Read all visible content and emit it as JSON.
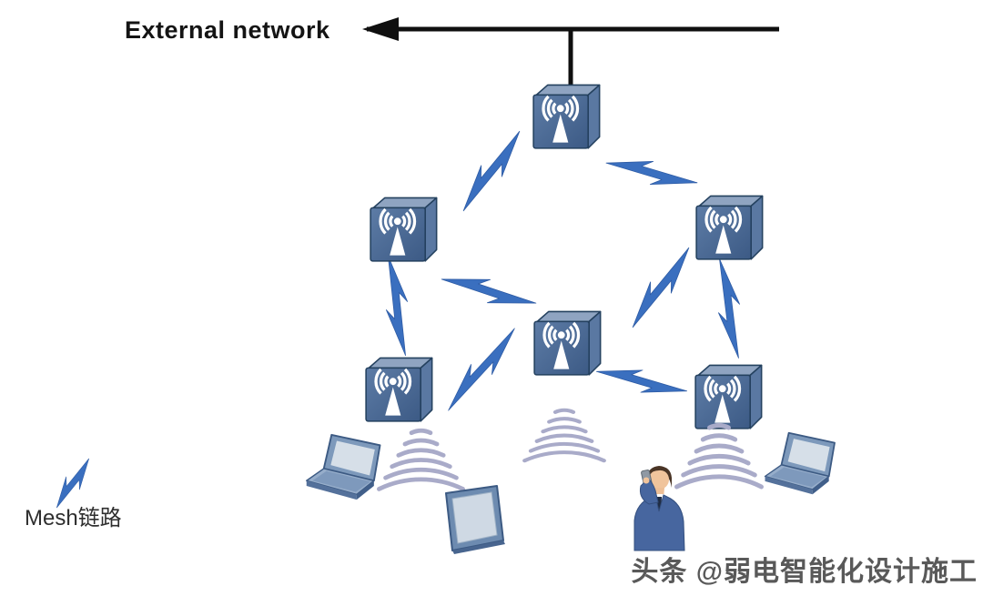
{
  "labels": {
    "external_network": "External network",
    "mesh_link_legend": "Mesh链路",
    "watermark": "头条 @弱电智能化设计施工"
  },
  "diagram": {
    "type": "wireless-mesh-network-topology",
    "nodes": [
      {
        "id": "ap-top",
        "kind": "wireless-access-point",
        "uplink": "external-network"
      },
      {
        "id": "ap-mid-left",
        "kind": "wireless-access-point"
      },
      {
        "id": "ap-mid-right",
        "kind": "wireless-access-point"
      },
      {
        "id": "ap-center",
        "kind": "wireless-access-point"
      },
      {
        "id": "ap-bottom-left",
        "kind": "wireless-access-point"
      },
      {
        "id": "ap-bottom-right",
        "kind": "wireless-access-point"
      }
    ],
    "mesh_links": [
      [
        "ap-top",
        "ap-mid-left"
      ],
      [
        "ap-top",
        "ap-mid-right"
      ],
      [
        "ap-mid-left",
        "ap-center"
      ],
      [
        "ap-mid-left",
        "ap-bottom-left"
      ],
      [
        "ap-mid-right",
        "ap-center"
      ],
      [
        "ap-mid-right",
        "ap-bottom-right"
      ],
      [
        "ap-center",
        "ap-bottom-left"
      ],
      [
        "ap-center",
        "ap-bottom-right"
      ]
    ],
    "coverage_fans": 3,
    "client_devices": [
      "laptop-left",
      "tablet",
      "person-with-phone",
      "laptop-right"
    ]
  },
  "colors": {
    "mesh_bolt_blue": "#3a6fbf",
    "ap_front_face": "#46648f",
    "ap_top_face": "#8fa4c1",
    "ap_side_face": "#5a78a2",
    "coverage_arc": "#a9abc9",
    "trunk_line": "#0f0f0f",
    "watermark_gray": "#595959"
  }
}
